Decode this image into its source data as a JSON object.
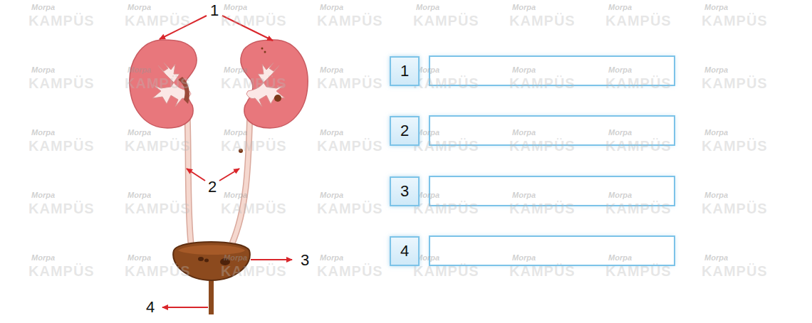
{
  "diagram": {
    "nodes": [
      {
        "text": [
          "1"
        ]
      },
      {
        "text": [
          "2"
        ]
      },
      {
        "text": [
          "3"
        ]
      },
      {
        "text": [
          "4"
        ]
      }
    ],
    "labels": [
      "1",
      "2",
      "3",
      "4",
      "Morpa",
      "KAMPÜS",
      "Morpa",
      "KAMPÜS",
      "Morpa",
      "KAMPÜS",
      "Morpa",
      "KAMPÜS",
      "Morpa",
      "KAMPÜS",
      "Morpa",
      "KAMPÜS",
      "Morpa",
      "KAMPÜS",
      "Morpa",
      "KAMPÜS",
      "Morpa",
      "KAMPÜS",
      "Morpa",
      "KAMPÜS",
      "Morpa",
      "KAMPÜS",
      "Morpa",
      "KAMPÜS",
      "Morpa",
      "KAMPÜS",
      "Morpa",
      "KAMPÜS",
      "Morpa",
      "KAMPÜS",
      "Morpa",
      "KAMPÜS",
      "Morpa",
      "KAMPÜS",
      "Morpa",
      "KAMPÜS",
      "Morpa",
      "KAMPÜS",
      "Morpa",
      "KAMPÜS",
      "Morpa",
      "KAMPÜS",
      "Morpa",
      "KAMPÜS",
      "Morpa",
      "KAMPÜS",
      "Morpa",
      "KAMPÜS",
      "Morpa",
      "KAMPÜS",
      "Morpa",
      "KAMPÜS",
      "Morpa",
      "KAMPÜS",
      "Morpa",
      "KAMPÜS",
      "Morpa",
      "KAMPÜS",
      "Morpa",
      "KAMPÜS",
      "Morpa",
      "KAMPÜS",
      "Morpa",
      "KAMPÜS",
      "Morpa",
      "KAMPÜS",
      "Morpa",
      "KAMPÜS",
      "Morpa",
      "KAMPÜS",
      "Morpa",
      "KAMPÜS",
      "Morpa",
      "KAMPÜS",
      "Morpa",
      "KAMPÜS",
      "Morpa",
      "KAMPÜS",
      "Morpa",
      "KAMPÜS"
    ]
  }
}
